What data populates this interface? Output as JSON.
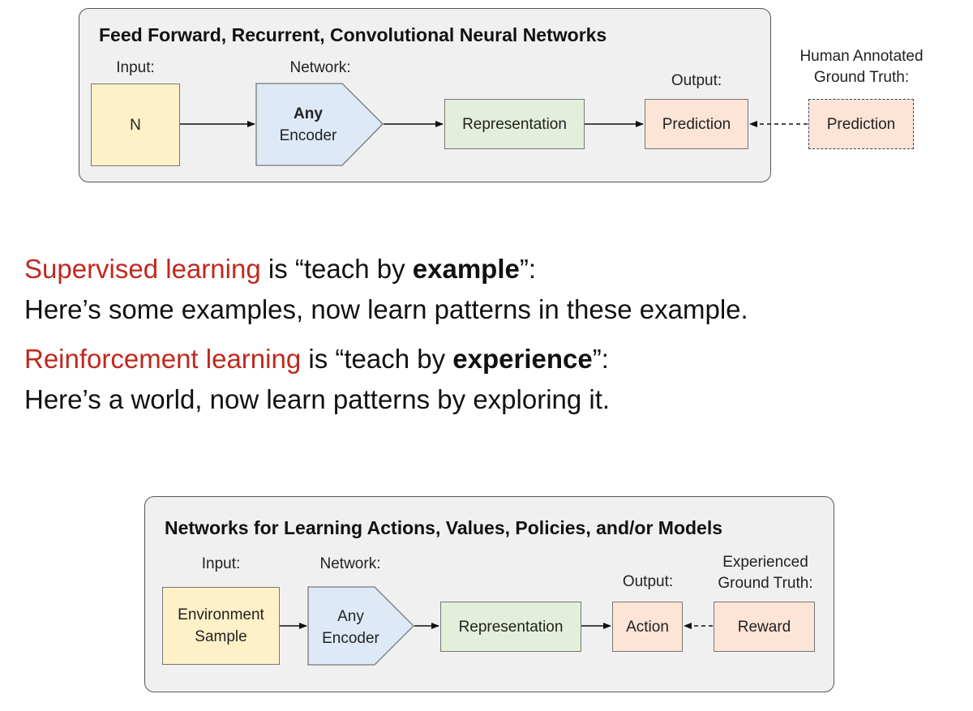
{
  "top_diagram": {
    "title": "Feed Forward, Recurrent, Convolutional  Neural Networks",
    "input_label": "Input:",
    "network_label": "Network:",
    "output_label": "Output:",
    "ground_truth_label_line1": "Human Annotated",
    "ground_truth_label_line2": "Ground Truth:",
    "input_box": "N",
    "encoder_line1": "Any",
    "encoder_line2": "Encoder",
    "representation_box": "Representation",
    "output_box": "Prediction",
    "ground_truth_box": "Prediction"
  },
  "middle_text": {
    "supervised_term": "Supervised learning",
    "supervised_is": " is “teach by ",
    "supervised_key": "example",
    "supervised_end": "”:",
    "supervised_desc": "Here’s some examples, now learn patterns in these example.",
    "rl_term": "Reinforcement learning",
    "rl_is": " is “teach by ",
    "rl_key": "experience",
    "rl_end": "”:",
    "rl_desc": "Here’s a world, now learn patterns by exploring it."
  },
  "bottom_diagram": {
    "title": "Networks for Learning Actions, Values, Policies, and/or Models",
    "input_label": "Input:",
    "network_label": "Network:",
    "output_label": "Output:",
    "ground_truth_label_line1": "Experienced",
    "ground_truth_label_line2": "Ground Truth:",
    "input_box_line1": "Environment",
    "input_box_line2": "Sample",
    "encoder_line1": "Any",
    "encoder_line2": "Encoder",
    "representation_box": "Representation",
    "output_box": "Action",
    "ground_truth_box": "Reward"
  },
  "colors": {
    "input": "#fff1c7",
    "encoder": "#dde9f7",
    "representation": "#e3efdb",
    "output": "#fce4d6",
    "highlight_text": "#c0281e"
  }
}
